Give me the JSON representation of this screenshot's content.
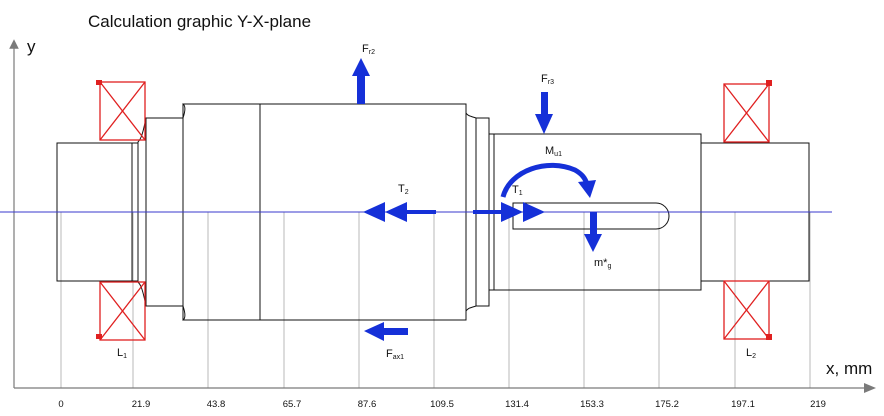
{
  "title": "Calculation graphic Y-X-plane",
  "axis": {
    "y_label": "y",
    "x_label": "x, mm",
    "ticks": [
      "0",
      "21.9",
      "43.8",
      "65.7",
      "87.6",
      "109.5",
      "131.4",
      "153.3",
      "175.2",
      "197.1",
      "219"
    ]
  },
  "labels": {
    "fr2": {
      "main": "F",
      "sub": "r2"
    },
    "fr3": {
      "main": "F",
      "sub": "r3"
    },
    "mu1": {
      "main": "M",
      "sub": "u1"
    },
    "t2": {
      "main": "T",
      "sub": "2"
    },
    "t1": {
      "main": "T",
      "sub": "1"
    },
    "mg": {
      "main": "m*",
      "sub": "g"
    },
    "fax1": {
      "main": "F",
      "sub": "ax1"
    },
    "l1": {
      "main": "L",
      "sub": "1"
    },
    "l2": {
      "main": "L",
      "sub": "2"
    }
  },
  "colors": {
    "force": "#1530d8",
    "bearing": "#e02020",
    "centerline": "#3a3acc",
    "grid": "#b8b8b8",
    "outline": "#111111"
  }
}
